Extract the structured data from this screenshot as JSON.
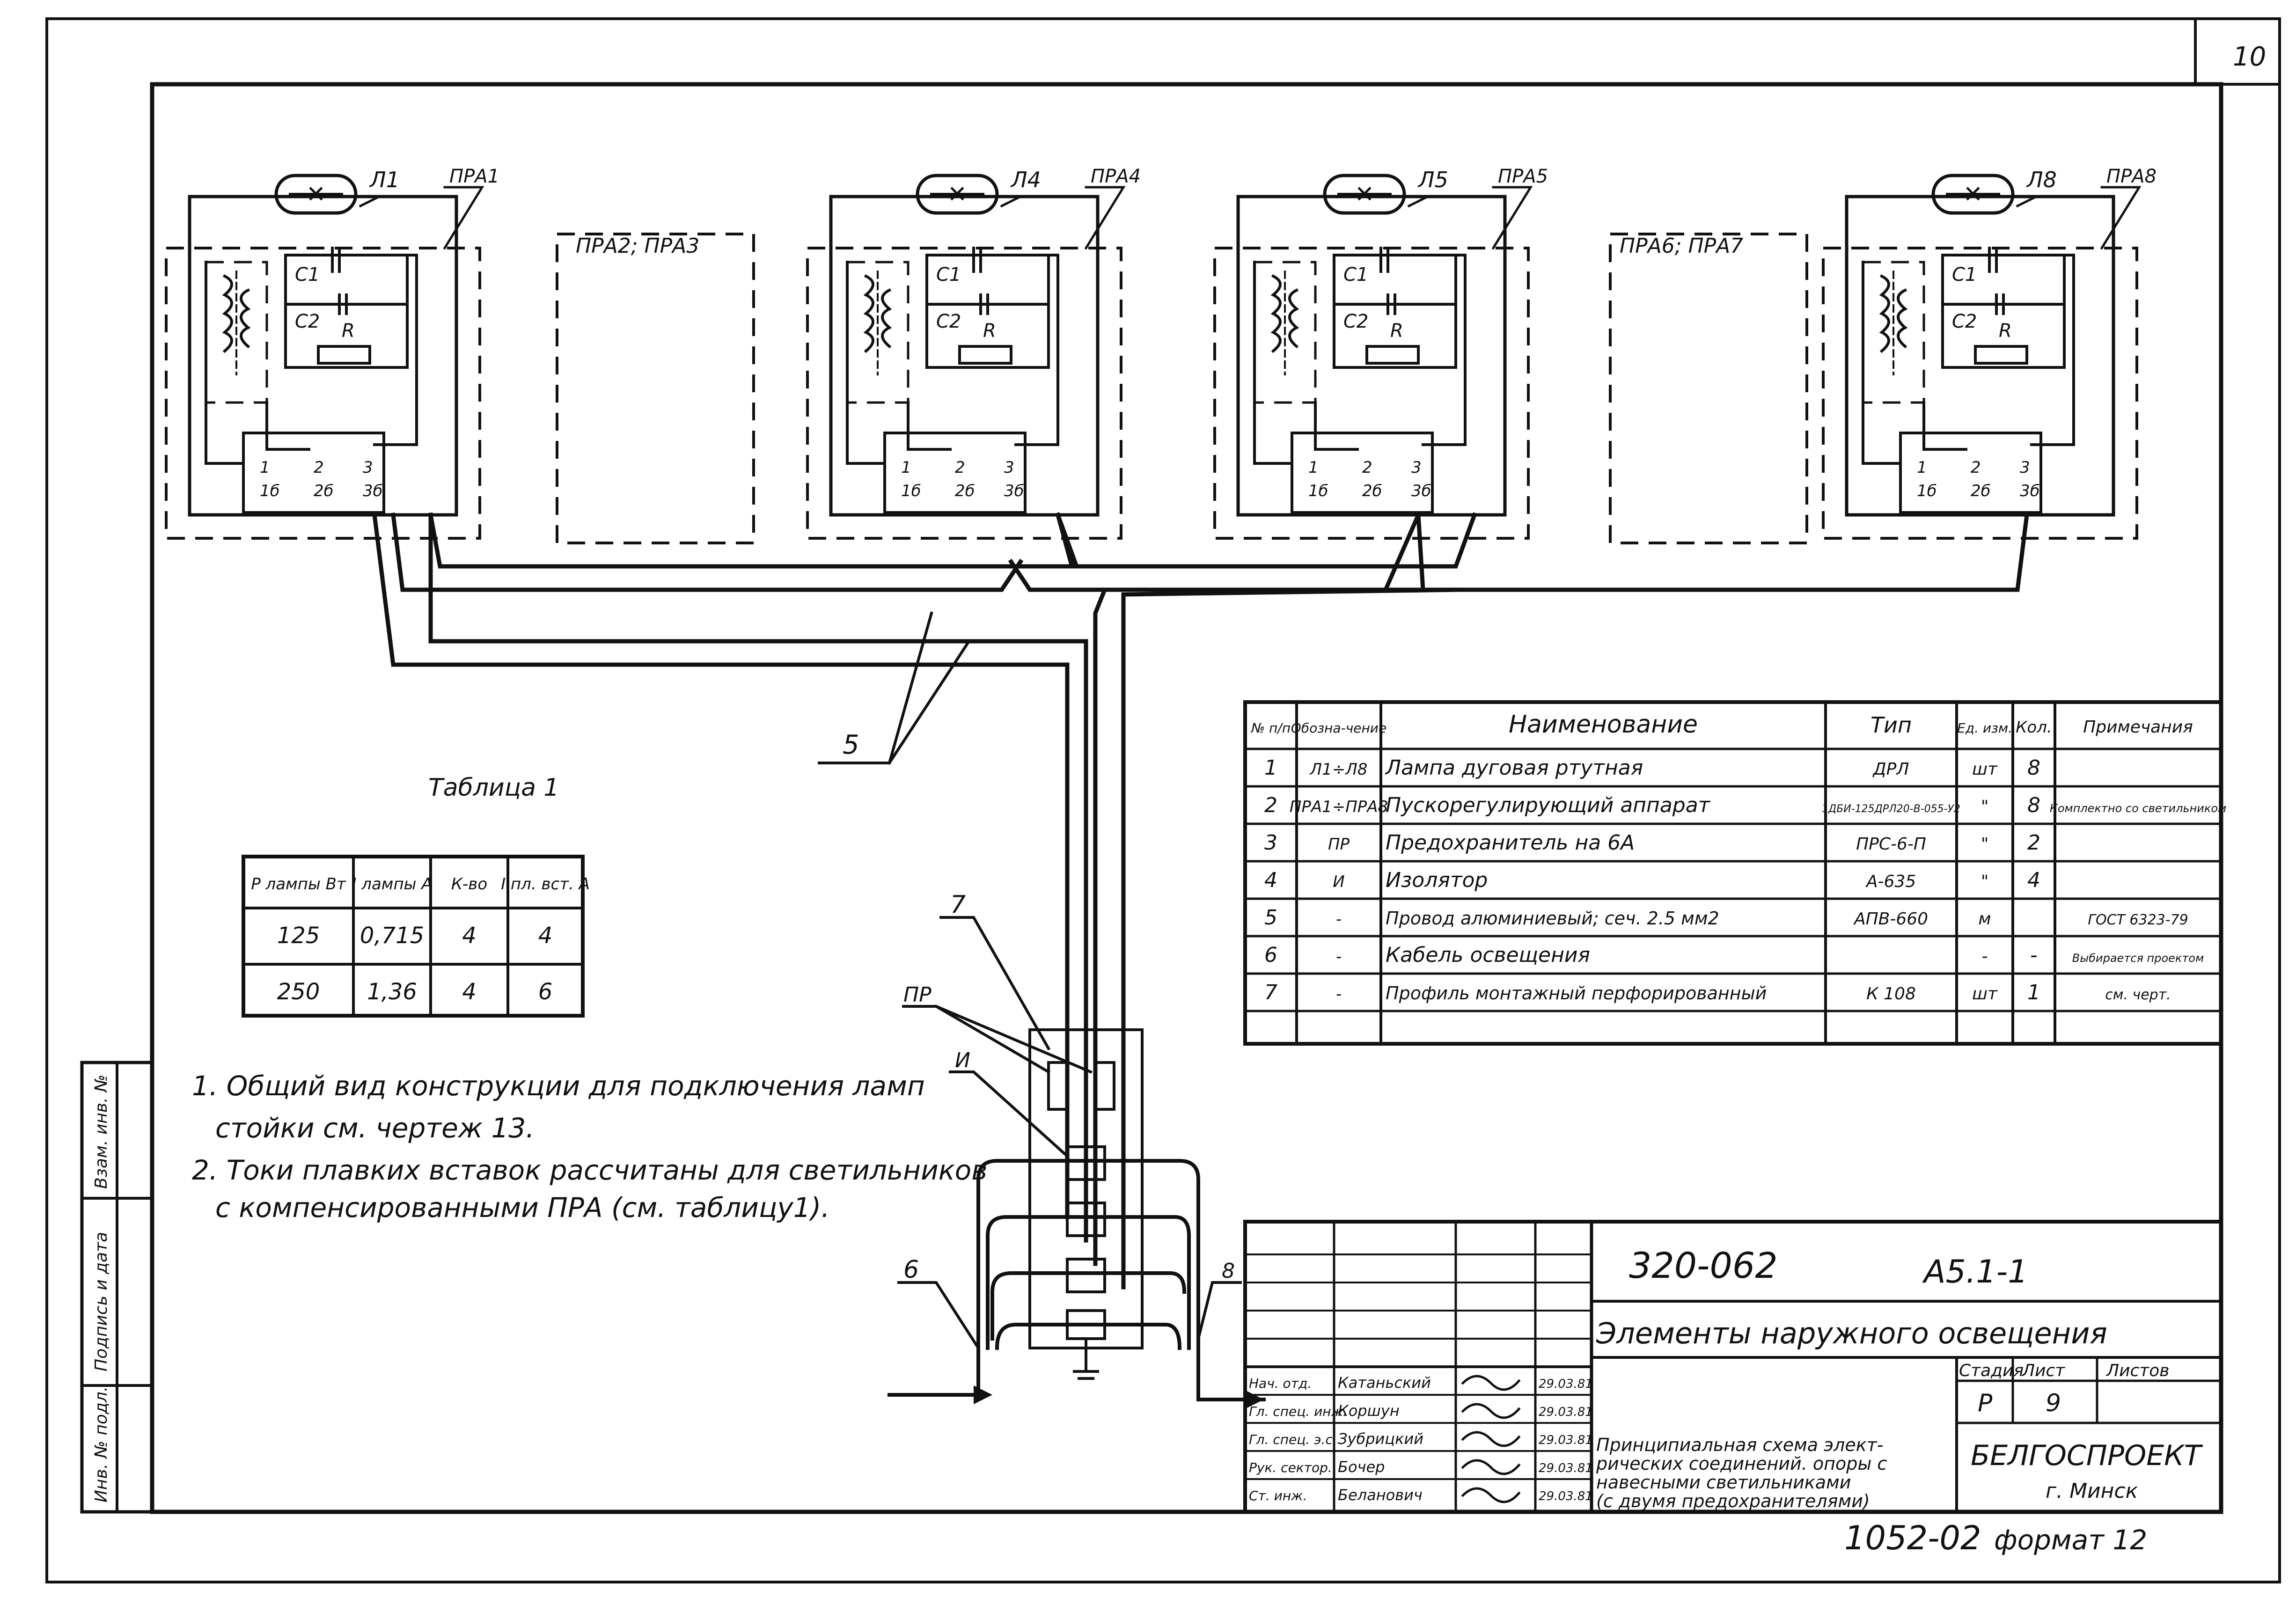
{
  "sheet": {
    "page_number": "10",
    "drawing_code": "320-062",
    "album": "А5.1-1",
    "project_title": "Элементы наружного освещения",
    "sheet_title": "Принципиальная схема элект-рических соединений. опоры с навесными светильниками (с двумя предохранителями)",
    "sheet_title_lines": [
      "Принципиальная схема элект-",
      "рических соединений. опоры с",
      "навесными светильниками",
      "(с двумя предохранителями)"
    ],
    "stage_label": "Стадия",
    "sheet_label": "Лист",
    "sheets_label": "Листов",
    "stage": "Р",
    "sheet_no": "9",
    "org": "БЕЛГОСПРОЕКТ",
    "city": "г. Минск",
    "footer_code": "1052-02",
    "format": "формат 12"
  },
  "signatures": [
    {
      "role": "Нач. отд.",
      "name": "Катаньский",
      "date": "29.03.81"
    },
    {
      "role": "Гл. спец. инж.",
      "name": "Коршун",
      "date": "29.03.81"
    },
    {
      "role": "Гл. спец. э.с.",
      "name": "Зубрицкий",
      "date": "29.03.81"
    },
    {
      "role": "Рук. сектор.",
      "name": "Бочер",
      "date": "29.03.81"
    },
    {
      "role": "Ст. инж.",
      "name": "Беланович",
      "date": "29.03.81"
    }
  ],
  "side_stamp": [
    "Инв. № подл.",
    "Подпись и дата",
    "Взам. инв. №"
  ],
  "circuit": {
    "lamps": [
      "Л1",
      "Л4",
      "Л5",
      "Л8"
    ],
    "ballasts": [
      "ПРА1",
      "ПРА4",
      "ПРА5",
      "ПРА8"
    ],
    "omitted_blocks": [
      "ПРА2; ПРА3",
      "ПРА6; ПРА7"
    ],
    "c1": "C1",
    "c2": "C2",
    "r": "R",
    "callout_5": "5",
    "callout_6": "6",
    "callout_7": "7",
    "callout_8": "8",
    "fuse_label": "ПР",
    "insulator_label": "И"
  },
  "table1": {
    "title": "Таблица 1",
    "headers": [
      "Р лампы Вт",
      "I лампы А",
      "К-во",
      "I пл. вст. А"
    ],
    "rows": [
      [
        "125",
        "0,715",
        "4",
        "4"
      ],
      [
        "250",
        "1,36",
        "4",
        "6"
      ]
    ]
  },
  "notes": [
    "1. Общий вид конструкции для подключения ламп стойки см. чертеж 13.",
    "2. Токи плавких вставок рассчитаны для светильников с компенсированными ПРА (см. таблицу1)."
  ],
  "spec": {
    "headers": [
      "№ п/п",
      "Обозна-чение",
      "Наименование",
      "Тип",
      "Ед. изм.",
      "Кол.",
      "Примечания"
    ],
    "rows": [
      [
        "1",
        "Л1÷Л8",
        "Лампа дуговая ртутная",
        "ДРЛ",
        "шт",
        "8",
        ""
      ],
      [
        "2",
        "ПРА1÷ПРА8",
        "Пускорегулирующий аппарат",
        "1ДБИ-125ДРЛ20-В-055-У2",
        "\"",
        "8",
        "Комплектно со светильником"
      ],
      [
        "3",
        "ПР",
        "Предохранитель на 6А",
        "ПРС-6-П",
        "\"",
        "2",
        ""
      ],
      [
        "4",
        "И",
        "Изолятор",
        "А-635",
        "\"",
        "4",
        ""
      ],
      [
        "5",
        "-",
        "Провод алюминиевый; сеч. 2.5 мм2",
        "АПВ-660",
        "м",
        "",
        "ГОСТ 6323-79"
      ],
      [
        "6",
        "-",
        "Кабель освещения",
        "",
        "-",
        "-",
        "Выбирается проектом"
      ],
      [
        "7",
        "-",
        "Профиль монтажный перфорированный",
        "К 108",
        "шт",
        "1",
        "см. черт."
      ]
    ]
  }
}
